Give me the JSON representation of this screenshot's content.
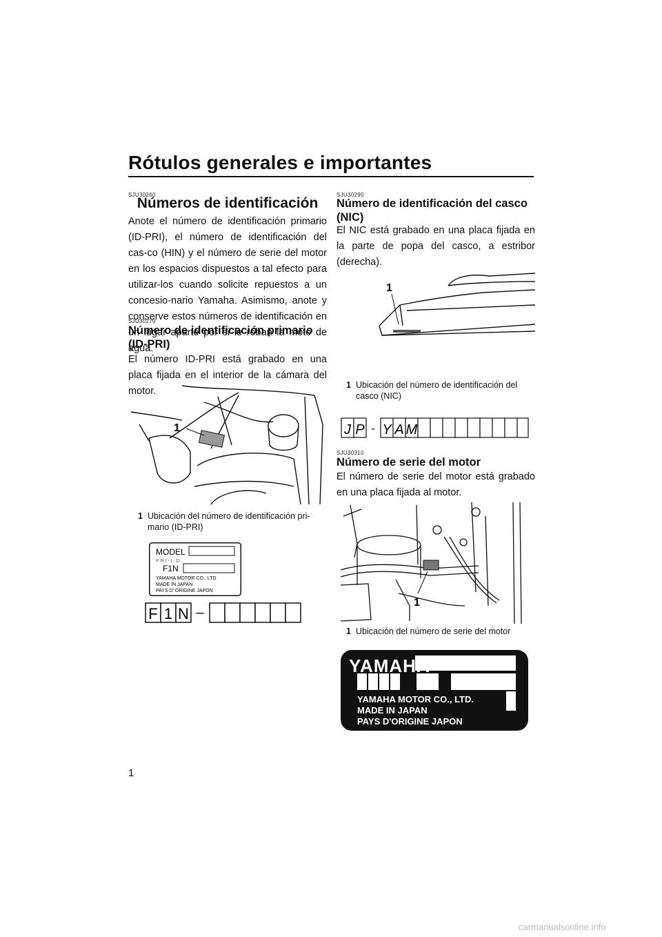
{
  "header": {
    "title": "Rótulos generales e importantes"
  },
  "left": {
    "id_section": {
      "code": "SJU30260",
      "title": "Números de identificación",
      "text": "Anote el número de identificación primario (ID-PRI), el número de identificación del cas-co (HIN) y el número de serie del motor en los espacios dispuestos a tal efecto para utilizar-los cuando solicite repuestos a un concesio-nario Yamaha. Asimismo, anote y conserve estos números de identificación en un lugar aparte por si le roban la moto de agua."
    },
    "pri_section": {
      "code": "SJU30270",
      "title": "Número de identificación primario (ID-PRI)",
      "text": "El número ID-PRI está grabado en una placa fijada en el interior de la cámara del motor."
    },
    "figure1": {
      "callout": "1",
      "caption_num": "1",
      "caption": "Ubicación del número de identificación pri-mario (ID-PRI)"
    },
    "label_plate": {
      "model": "MODEL",
      "pri": "P R I - I . D .",
      "f1n": "F1N",
      "maker": "YAMAHA  MOTOR CO., LTD",
      "made_in": "MADE IN JAPAN",
      "pays": "PAYS  D' ORIGINE  JAPON"
    },
    "pri_boxes": {
      "prefix": [
        "F",
        "1",
        "N"
      ],
      "dash": "–"
    }
  },
  "right": {
    "nic_section": {
      "code": "SJU30290",
      "title": "Número de identificación del casco (NIC)",
      "text": "El NIC está grabado en una placa fijada en la parte de popa del casco, a estribor (derecha)."
    },
    "figure2": {
      "callout": "1",
      "caption_num": "1",
      "caption": "Ubicación del número de identificación del casco (NIC)"
    },
    "nic_boxes": {
      "prefix": [
        "J",
        "P"
      ],
      "dash": "-",
      "mid": [
        "Y",
        "A",
        "M"
      ]
    },
    "motor_section": {
      "code": "SJU30310",
      "title": "Número de serie del motor",
      "text": "El número de serie del motor está grabado en una placa fijada al motor."
    },
    "figure3": {
      "callout": "1",
      "caption_num": "1",
      "caption": "Ubicación del número de serie del motor"
    },
    "yamaha_plate": {
      "brand": "YAMAHA",
      "line1": "YAMAHA MOTOR CO., LTD.",
      "line2": "MADE IN JAPAN",
      "line3": "PAYS D'ORIGINE JAPON"
    }
  },
  "footer": {
    "page_number": "1",
    "watermark": "carmanualsonline.info"
  }
}
